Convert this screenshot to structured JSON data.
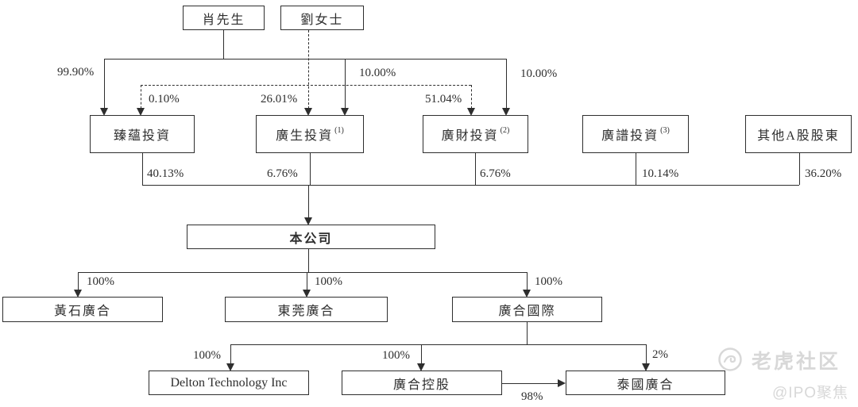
{
  "diagram": {
    "nodes": {
      "mr_xiao": {
        "label": "肖先生"
      },
      "ms_liu": {
        "label": "劉女士"
      },
      "zhenyun": {
        "label": "臻蘊投資"
      },
      "guangsheng": {
        "label": "廣生投資",
        "sup": "(1)"
      },
      "guangcai": {
        "label": "廣財投資",
        "sup": "(2)"
      },
      "guangpu": {
        "label": "廣譜投資",
        "sup": "(3)"
      },
      "other_a_shareholders": {
        "label": "其他A股股東"
      },
      "company": {
        "label": "本公司"
      },
      "huangshi": {
        "label": "黃石廣合"
      },
      "dongguan": {
        "label": "東莞廣合"
      },
      "guanghe_intl": {
        "label": "廣合國際"
      },
      "delton": {
        "label": "Delton Technology Inc"
      },
      "guanghe_holdings": {
        "label": "廣合控股"
      },
      "thailand": {
        "label": "泰國廣合"
      }
    },
    "edge_labels": {
      "xiao_zhenyun": "99.90%",
      "liu_zhenyun": "0.10%",
      "liu_guangsheng": "26.01%",
      "xiao_guangsheng": "10.00%",
      "liu_guangcai": "51.04%",
      "xiao_guangcai": "10.00%",
      "zhenyun_company": "40.13%",
      "guangsheng_company": "6.76%",
      "guangcai_company": "6.76%",
      "guangpu_company": "10.14%",
      "other_company": "36.20%",
      "company_huangshi": "100%",
      "company_dongguan": "100%",
      "company_intl": "100%",
      "intl_delton": "100%",
      "intl_holdings": "100%",
      "intl_thailand": "2%",
      "holdings_thailand": "98%"
    }
  },
  "watermark": {
    "brand": "老虎社区",
    "handle": "@IPO聚焦",
    "logo_icon": "tiger-circle-logo",
    "color": "#d8d8d8"
  },
  "colors": {
    "line": "#2e2e2e",
    "text": "#2e2e2e",
    "background": "#ffffff"
  }
}
